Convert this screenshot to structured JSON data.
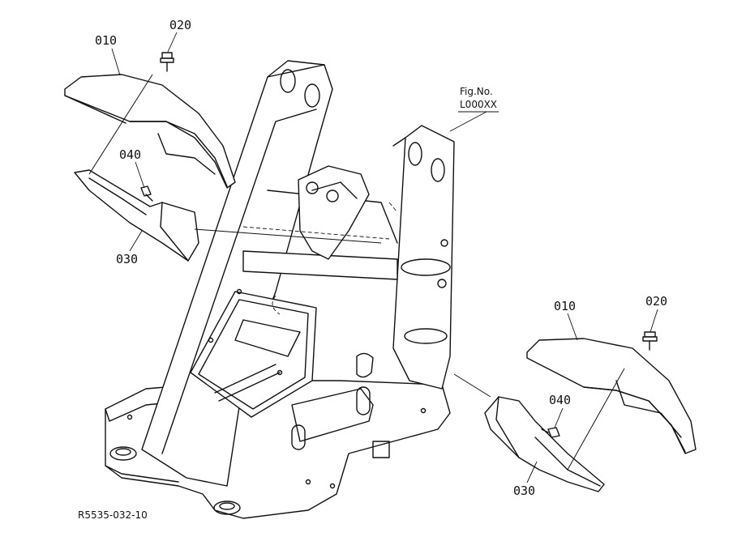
{
  "figure": {
    "ref_label": "Fig.No.",
    "ref_number": "L000XX",
    "drawing_code": "R5535-032-10"
  },
  "callouts": {
    "left": {
      "fender": "010",
      "bolt": "020",
      "bolt2": "040",
      "bracket": "030"
    },
    "right": {
      "fender": "010",
      "bolt": "020",
      "bolt2": "040",
      "bracket": "030"
    }
  }
}
